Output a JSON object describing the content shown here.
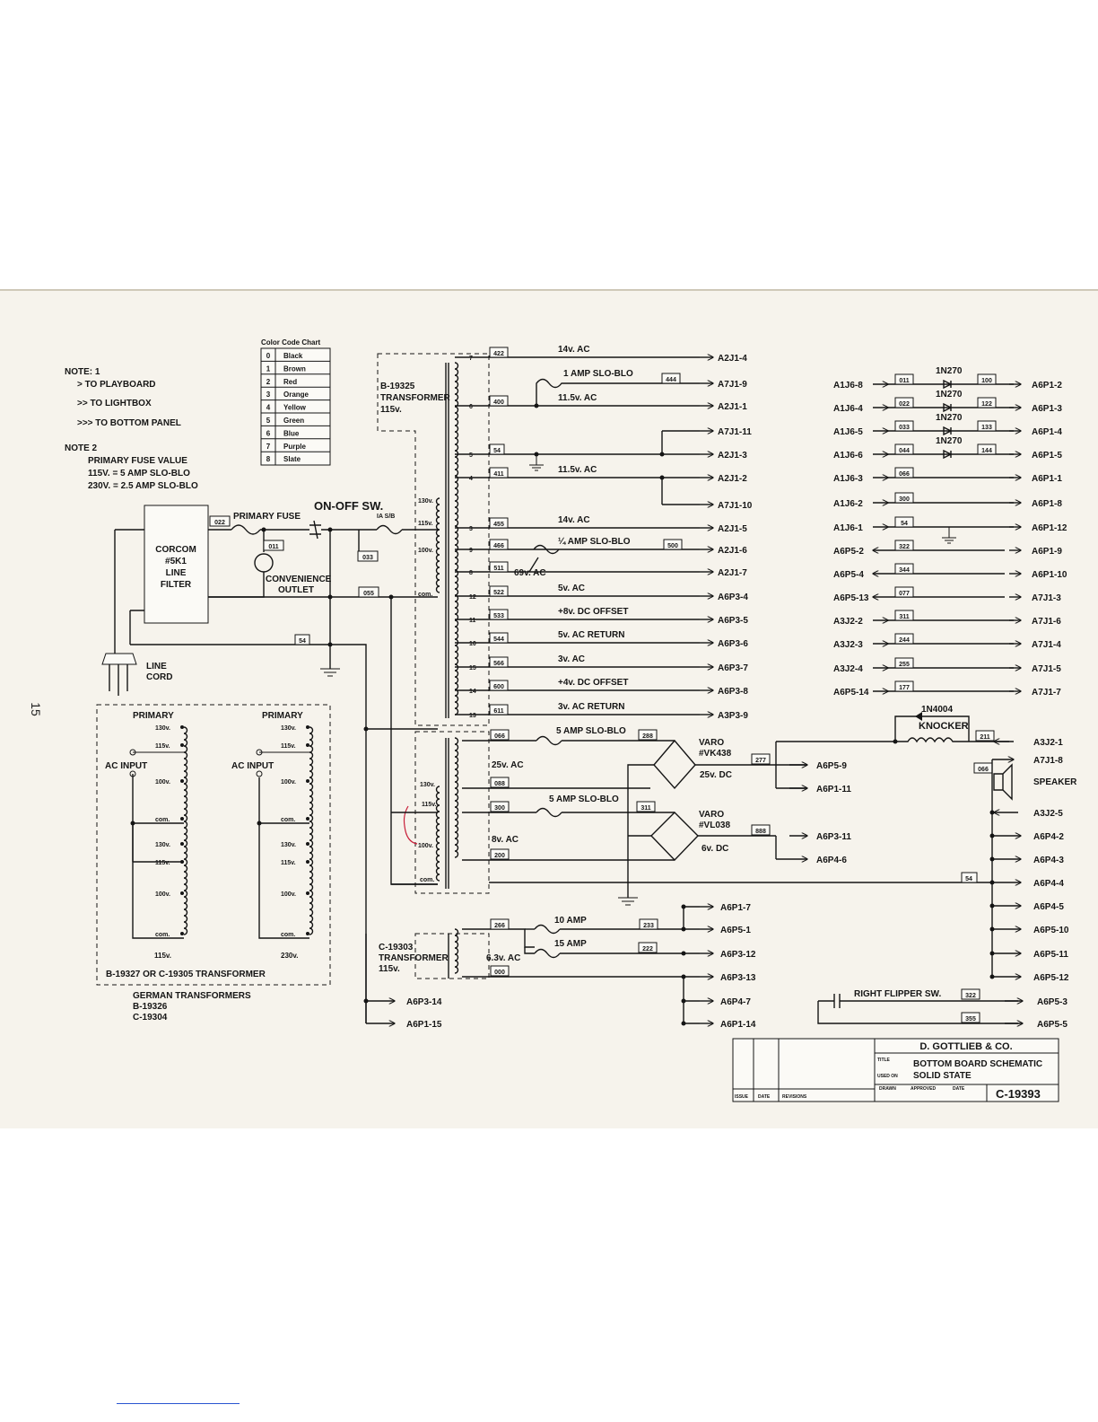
{
  "page_number": "15",
  "notes": {
    "note1_title": "NOTE: 1",
    "note1_items": [
      "> TO PLAYBOARD",
      ">> TO LIGHTBOX",
      ">>> TO BOTTOM PANEL"
    ],
    "note2_title": "NOTE 2",
    "note2_lines": [
      "PRIMARY FUSE VALUE",
      "115V. = 5 AMP SLO-BLO",
      "230V. = 2.5 AMP SLO-BLO"
    ]
  },
  "color_chart": {
    "title": "Color Code Chart",
    "rows": [
      {
        "n": "0",
        "c": "Black"
      },
      {
        "n": "1",
        "c": "Brown"
      },
      {
        "n": "2",
        "c": "Red"
      },
      {
        "n": "3",
        "c": "Orange"
      },
      {
        "n": "4",
        "c": "Yellow"
      },
      {
        "n": "5",
        "c": "Green"
      },
      {
        "n": "6",
        "c": "Blue"
      },
      {
        "n": "7",
        "c": "Purple"
      },
      {
        "n": "8",
        "c": "Slate"
      }
    ]
  },
  "primary": {
    "corcom": [
      "CORCOM",
      "#5K1",
      "LINE",
      "FILTER"
    ],
    "line_cord": [
      "LINE",
      "CORD"
    ],
    "primary_fuse": "PRIMARY FUSE",
    "on_off": "ON-OFF SW.",
    "ia_sb": "IA S/B",
    "outlet": [
      "CONVENIENCE",
      "OUTLET"
    ],
    "wire_tags": [
      "022",
      "011",
      "033",
      "055",
      "54"
    ]
  },
  "t1": {
    "name": [
      "B-19325",
      "TRANSFORMER",
      "115v."
    ],
    "taps": [
      "130v.",
      "115v.",
      "100v.",
      "com."
    ],
    "rows": [
      {
        "pin": "7",
        "tag": "422",
        "label": "14v. AC",
        "dest": "A2J1-4"
      },
      {
        "pin": "",
        "tag": "444",
        "label": "1 AMP SLO-BLO",
        "dest": "A7J1-9"
      },
      {
        "pin": "6",
        "tag": "400",
        "label": "11.5v. AC",
        "dest": "A2J1-1"
      },
      {
        "pin": "",
        "tag": "",
        "label": "",
        "dest": "A7J1-11"
      },
      {
        "pin": "5",
        "tag": "54",
        "label": "",
        "dest": "A2J1-3"
      },
      {
        "pin": "4",
        "tag": "411",
        "label": "11.5v. AC",
        "dest": "A2J1-2"
      },
      {
        "pin": "",
        "tag": "",
        "label": "",
        "dest": "A7J1-10"
      },
      {
        "pin": "3",
        "tag": "455",
        "label": "14v. AC",
        "dest": "A2J1-5"
      },
      {
        "pin": "9",
        "tag": "466",
        "label": "¼ AMP SLO-BLO",
        "dest": "A2J1-6",
        "fuse_tag": "500"
      },
      {
        "pin": "8",
        "tag": "511",
        "label": "69v. AC",
        "dest": "A2J1-7"
      },
      {
        "pin": "12",
        "tag": "522",
        "label": "5v. AC",
        "dest": "A6P3-4"
      },
      {
        "pin": "11",
        "tag": "533",
        "label": "+8v. DC OFFSET",
        "dest": "A6P3-5"
      },
      {
        "pin": "10",
        "tag": "544",
        "label": "5v. AC RETURN",
        "dest": "A6P3-6"
      },
      {
        "pin": "15",
        "tag": "566",
        "label": "3v. AC",
        "dest": "A6P3-7"
      },
      {
        "pin": "14",
        "tag": "600",
        "label": "+4v. DC OFFSET",
        "dest": "A6P3-8"
      },
      {
        "pin": "13",
        "tag": "611",
        "label": "3v. AC RETURN",
        "dest": "A3P3-9"
      }
    ]
  },
  "t2": {
    "taps": [
      "130v.",
      "115v.",
      "100v.",
      "com."
    ],
    "tags": [
      "066",
      "088",
      "300",
      "200"
    ],
    "v25": "25v. AC",
    "v8": "8v. AC",
    "fuse1": "5 AMP SLO-BLO",
    "fuse2": "5 AMP SLO-BLO",
    "tag_288": "288",
    "tag_311": "311",
    "bridge1": [
      "VARO",
      "#VK438"
    ],
    "bridge2": [
      "VARO",
      "#VL038"
    ],
    "dc25": "25v. DC",
    "dc6": "6v. DC",
    "tag_277": "277",
    "tag_888": "888",
    "dests": [
      "A6P5-9",
      "A6P1-11",
      "A6P3-11",
      "A6P4-6"
    ]
  },
  "t3": {
    "name": [
      "C-19303",
      "TRANSFORMER",
      "115v."
    ],
    "tags": [
      "266",
      "000"
    ],
    "v63": "6.3v. AC",
    "f10": "10 AMP",
    "f15": "15 AMP",
    "tag_233": "233",
    "tag_222": "222",
    "dests": [
      "A6P1-7",
      "A6P5-1",
      "A6P3-12",
      "A6P3-13",
      "A6P4-7",
      "A6P1-14"
    ],
    "left_dests": [
      "A6P3-14",
      "A6P1-15"
    ]
  },
  "german": {
    "primary1": "PRIMARY",
    "primary2": "PRIMARY",
    "ac_input1": "AC INPUT",
    "ac_input2": "AC INPUT",
    "taps": [
      "130v.",
      "115v.",
      "100v.",
      "com."
    ],
    "v115": "115v.",
    "v230": "230v.",
    "box_label": "B-19327 OR C-19305 TRANSFORMER",
    "caption": [
      "GERMAN TRANSFORMERS",
      "B-19326",
      "C-19304"
    ]
  },
  "right_rows": [
    {
      "from": "A1J6-8",
      "tag": "011",
      "diode": "1N270",
      "tag2": "100",
      "to": "A6P1-2"
    },
    {
      "from": "A1J6-4",
      "tag": "022",
      "diode": "1N270",
      "tag2": "122",
      "to": "A6P1-3"
    },
    {
      "from": "A1J6-5",
      "tag": "033",
      "diode": "1N270",
      "tag2": "133",
      "to": "A6P1-4"
    },
    {
      "from": "A1J6-6",
      "tag": "044",
      "diode": "1N270",
      "tag2": "144",
      "to": "A6P1-5"
    },
    {
      "from": "A1J6-3",
      "tag": "066",
      "diode": "",
      "tag2": "",
      "to": "A6P1-1"
    },
    {
      "from": "A1J6-2",
      "tag": "300",
      "diode": "",
      "tag2": "",
      "to": "A6P1-8"
    },
    {
      "from": "A1J6-1",
      "tag": "54",
      "diode": "",
      "tag2": "",
      "to": "A6P1-12"
    },
    {
      "from": "A6P5-2",
      "tag": "322",
      "diode": "",
      "tag2": "",
      "to": "A6P1-9"
    },
    {
      "from": "A6P5-4",
      "tag": "344",
      "diode": "",
      "tag2": "",
      "to": "A6P1-10"
    },
    {
      "from": "A6P5-13",
      "tag": "077",
      "diode": "",
      "tag2": "",
      "to": "A7J1-3"
    },
    {
      "from": "A3J2-2",
      "tag": "311",
      "diode": "",
      "tag2": "",
      "to": "A7J1-6"
    },
    {
      "from": "A3J2-3",
      "tag": "244",
      "diode": "",
      "tag2": "",
      "to": "A7J1-4"
    },
    {
      "from": "A3J2-4",
      "tag": "255",
      "diode": "",
      "tag2": "",
      "to": "A7J1-5"
    },
    {
      "from": "A6P5-14",
      "tag": "177",
      "diode": "",
      "tag2": "",
      "to": "A7J1-7"
    }
  ],
  "knocker": {
    "diode": "1N4004",
    "label": "KNOCKER",
    "tag": "211",
    "dest": "A3J2-1",
    "dest2": "A7J1-8",
    "speaker_tag": "066",
    "speaker": "SPEAKER"
  },
  "bus": {
    "dests": [
      "A3J2-5",
      "A6P4-2",
      "A6P4-3",
      "A6P4-4",
      "A6P4-5",
      "A6P5-10",
      "A6P5-11",
      "A6P5-12"
    ],
    "tag": "54"
  },
  "flipper": {
    "label": "RIGHT FLIPPER SW.",
    "tag1": "322",
    "dest1": "A6P5-3",
    "tag2": "355",
    "dest2": "A6P5-5"
  },
  "title_block": {
    "company": "D. GOTTLIEB & CO.",
    "title_label": "TITLE",
    "title1": "BOTTOM BOARD SCHEMATIC",
    "used_on_label": "USED ON",
    "used_on": "SOLID STATE",
    "drawn": "DRAWN",
    "approved": "APPROVED",
    "date": "DATE",
    "number": "C-19393",
    "issue": "ISSUE",
    "date2": "DATE",
    "revisions": "REVISIONS"
  }
}
